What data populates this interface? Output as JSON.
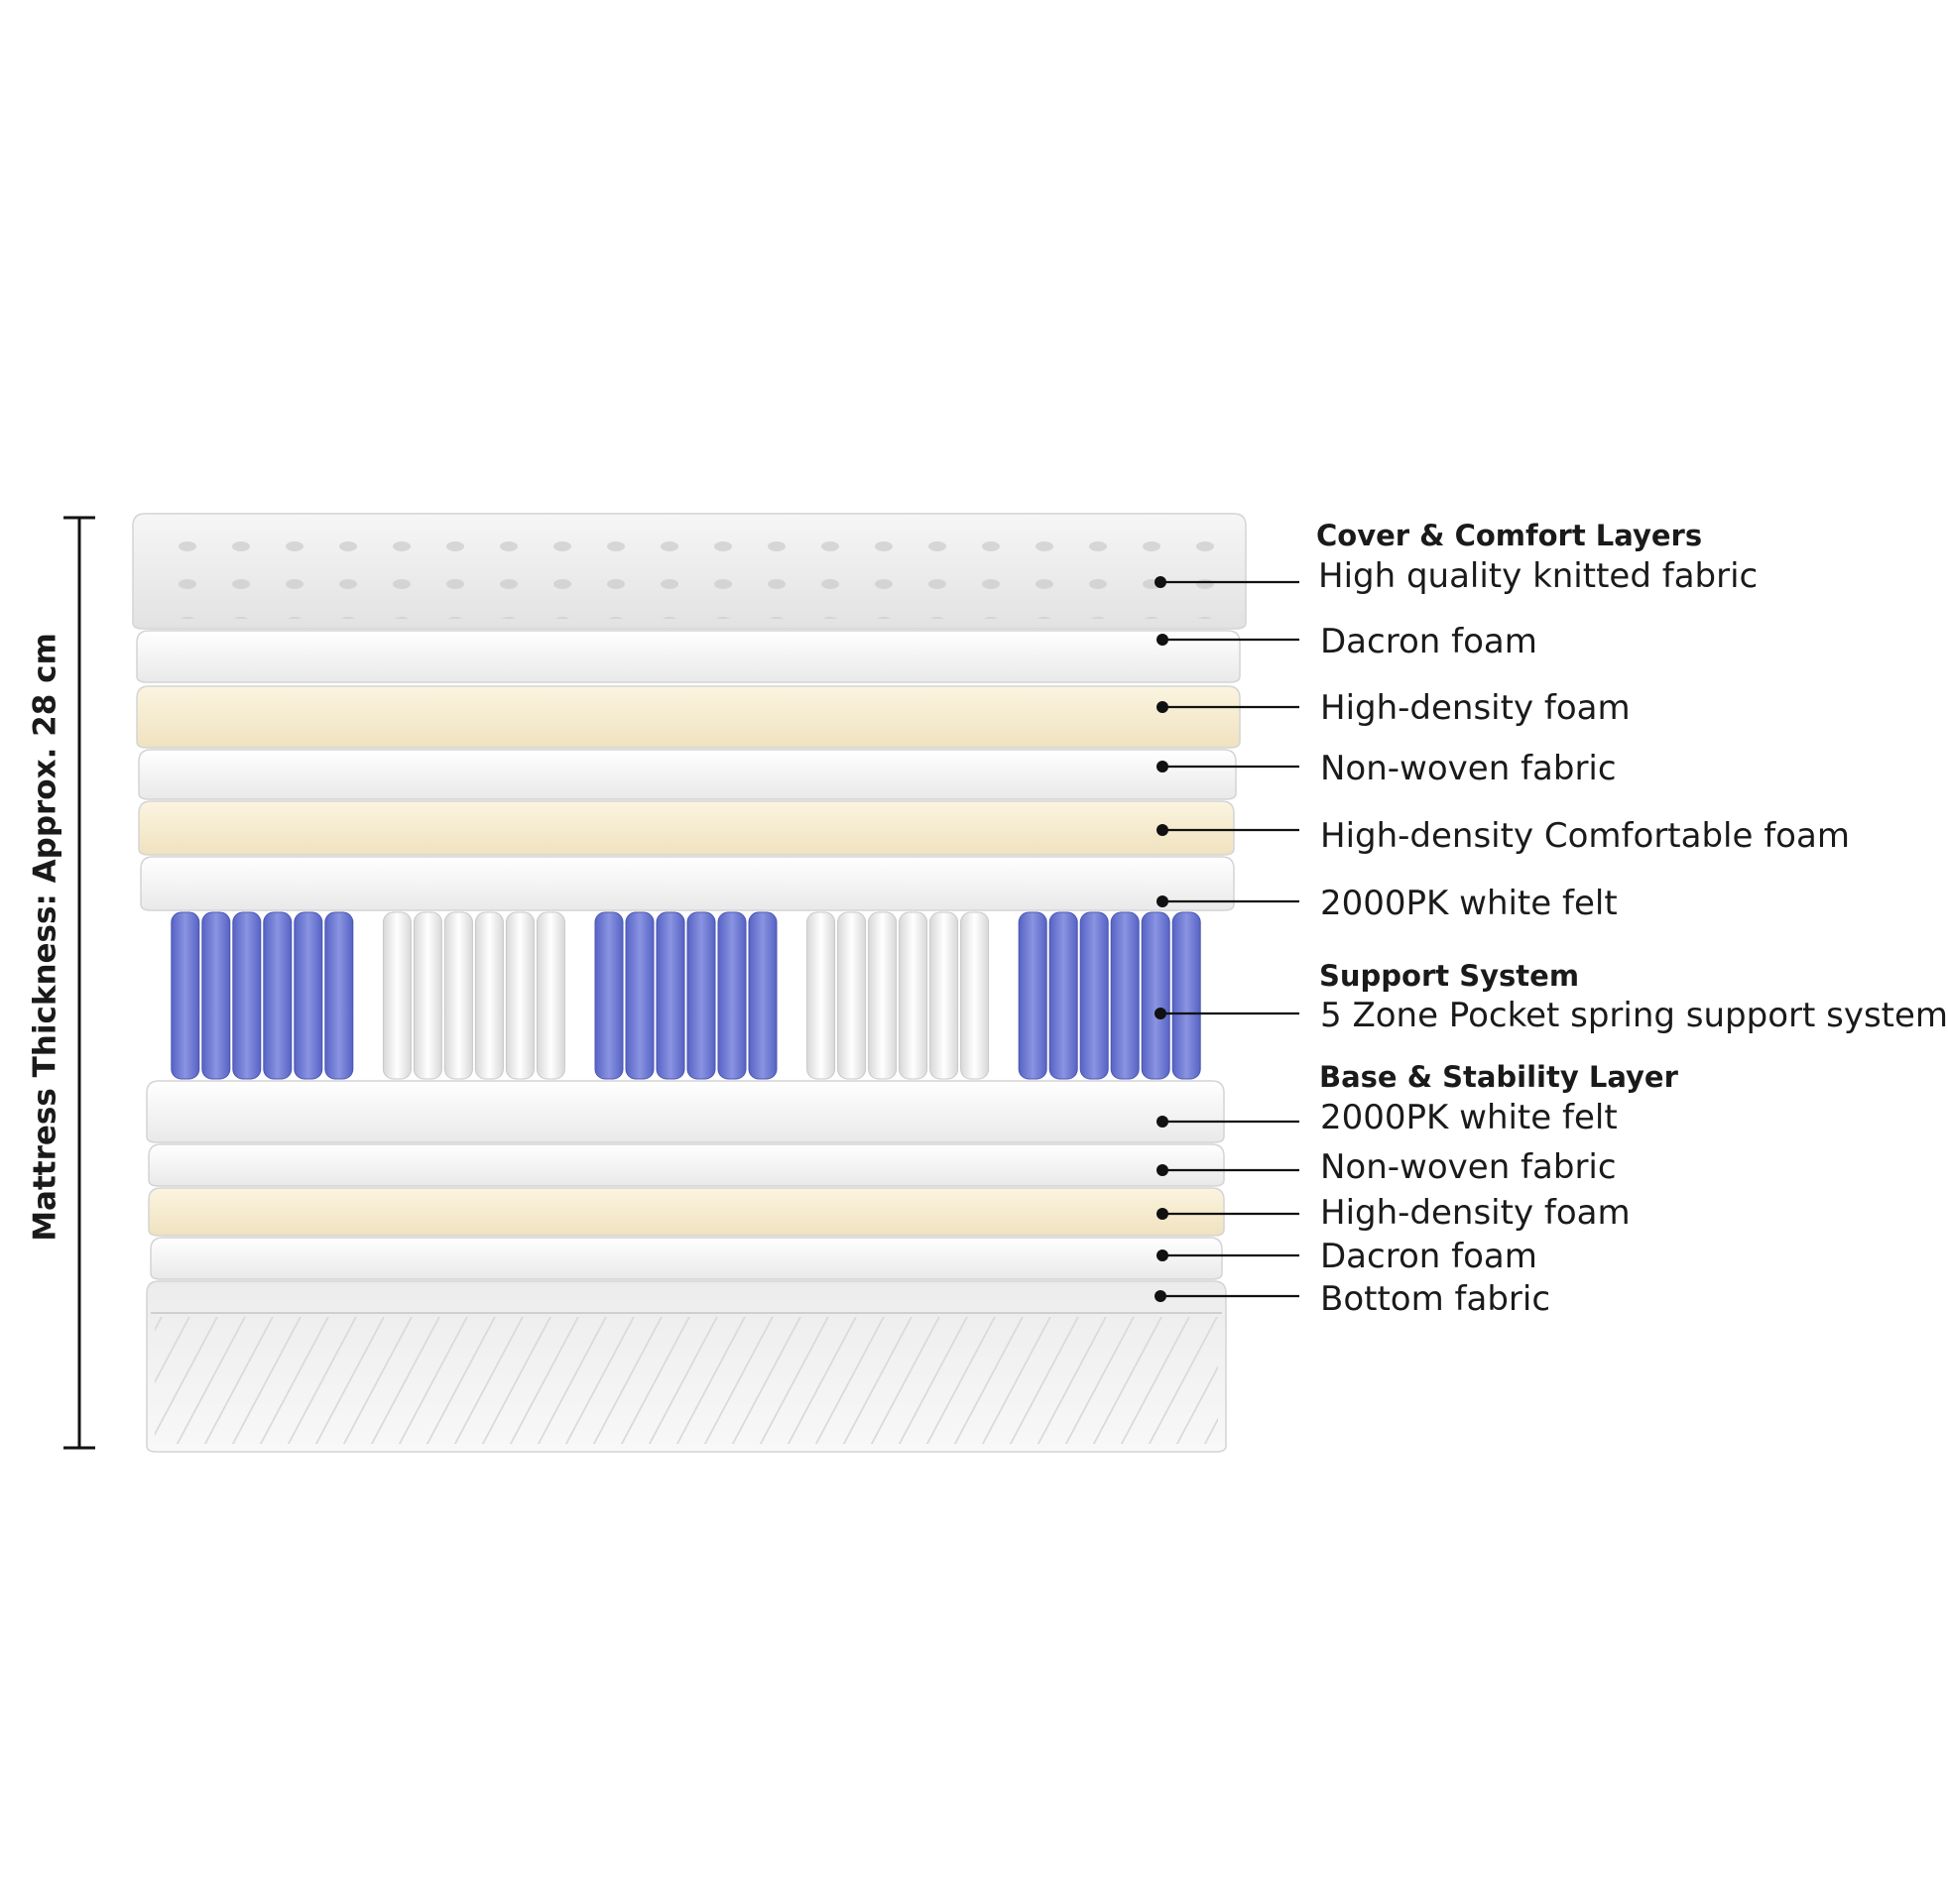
{
  "thickness_label": "Mattress Thickness: Approx. 28 cm",
  "sections": {
    "comfort": "Cover & Comfort Layers",
    "support": "Support System",
    "base": "Base & Stability Layer"
  },
  "layers": [
    {
      "label": "High quality knitted fabric",
      "material": "quilted-cover"
    },
    {
      "label": "Dacron foam",
      "material": "white-sheet"
    },
    {
      "label": "High-density foam",
      "material": "cream-foam"
    },
    {
      "label": "Non-woven fabric",
      "material": "white-sheet"
    },
    {
      "label": "High-density Comfortable foam",
      "material": "cream-foam"
    },
    {
      "label": "2000PK white felt",
      "material": "white-sheet"
    },
    {
      "label": "5 Zone Pocket spring support system",
      "material": "pocket-springs"
    },
    {
      "label": "2000PK white felt",
      "material": "white-sheet"
    },
    {
      "label": "Non-woven fabric",
      "material": "white-sheet"
    },
    {
      "label": "High-density foam",
      "material": "cream-foam"
    },
    {
      "label": "Dacron foam",
      "material": "white-sheet"
    },
    {
      "label": "Bottom fabric",
      "material": "base-box"
    }
  ],
  "spring_zones": [
    "blue",
    "white",
    "blue",
    "white",
    "blue"
  ],
  "colors": {
    "cream": "#f4ead0",
    "sheet": "#f3f3f3",
    "spring_blue": "#6d79d3",
    "spring_white": "#f2f2f2",
    "leader": "#111111"
  }
}
